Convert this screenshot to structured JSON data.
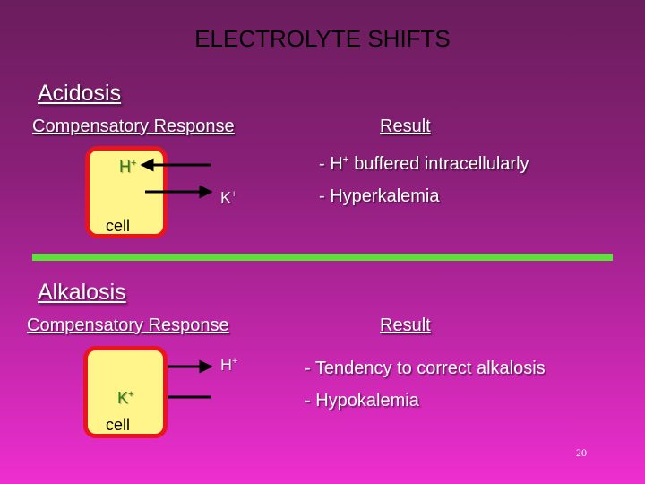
{
  "title": "ELECTROLYTE SHIFTS",
  "acidosis": {
    "heading": "Acidosis",
    "comp_heading": "Compensatory Response",
    "result_heading": "Result",
    "ion_out_base": "H",
    "ion_out_sup": "+",
    "ion_in_base": "K",
    "ion_in_sup": "+",
    "cell_label": "cell",
    "result_1_pre": "- H",
    "result_1_sup": "+",
    "result_1_post": " buffered intracellularly",
    "result_2": "- Hyperkalemia"
  },
  "alkalosis": {
    "heading": "Alkalosis",
    "comp_heading": "Compensatory Response",
    "result_heading": "Result",
    "ion_out_base": "H",
    "ion_out_sup": "+",
    "ion_in_base": "K",
    "ion_in_sup": "+",
    "cell_label": "cell",
    "result_1": "- Tendency to correct alkalosis",
    "result_2": "- Hypokalemia"
  },
  "page_number": "20",
  "colors": {
    "cell_fill": "#fff58a",
    "cell_border": "#e8141e",
    "divider": "#5ce33a",
    "ion_green": "#2e7d1e"
  }
}
